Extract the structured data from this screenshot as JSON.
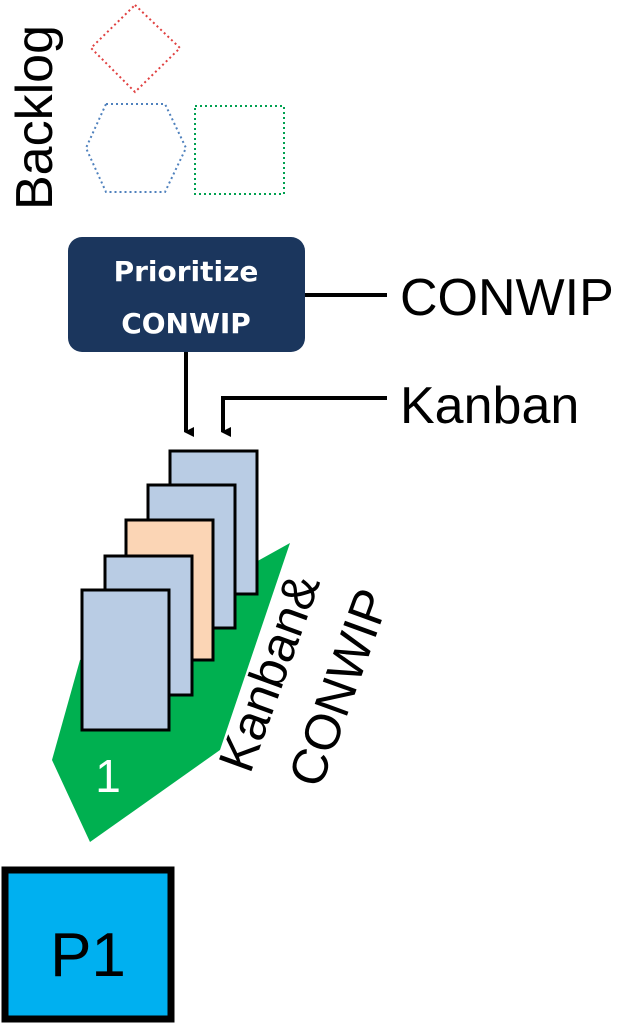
{
  "backlog": {
    "label": "Backlog"
  },
  "prioritize_box": {
    "line1": "Prioritize",
    "line2": "CONWIP"
  },
  "callouts": {
    "conwip": "CONWIP",
    "kanban": "Kanban"
  },
  "buffer": {
    "number": "1",
    "label_line1": "Kanban&",
    "label_line2": "CONWIP"
  },
  "process": {
    "label": "P1"
  },
  "colors": {
    "box_navy": "#1B365D",
    "card_blue": "#B9CCE4",
    "card_peach": "#FBD5B5",
    "buffer_green": "#00B050",
    "process_blue": "#00B0F0",
    "diamond_red": "#E04040",
    "hexagon_blue": "#4F81BD",
    "square_green": "#00A050"
  }
}
